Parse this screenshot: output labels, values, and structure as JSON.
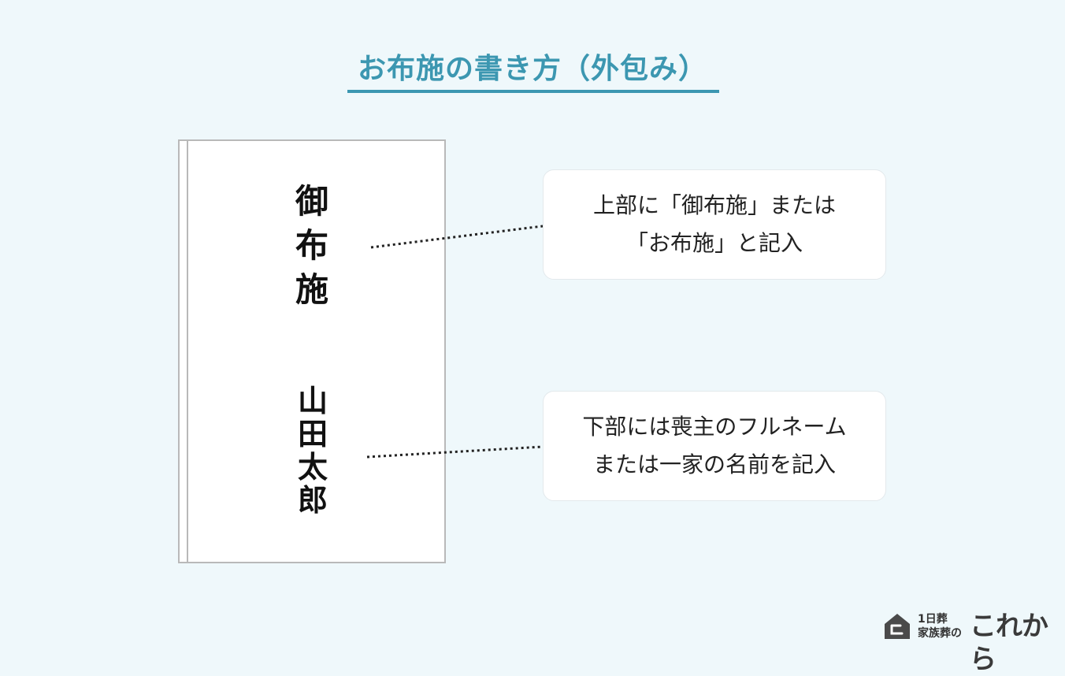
{
  "title": "お布施の書き方（外包み）",
  "envelope": {
    "top_text": [
      "御",
      "布",
      "施"
    ],
    "bottom_text": [
      "山",
      "田",
      "太",
      "郎"
    ]
  },
  "callouts": {
    "top": {
      "line1": "上部に「御布施」または",
      "line2": "「お布施」と記入"
    },
    "bottom": {
      "line1": "下部には喪主のフルネーム",
      "line2": "または一家の名前を記入"
    }
  },
  "logo": {
    "small_line1": "1日葬",
    "small_line2": "家族葬の",
    "big": "これから",
    "house_icon": "house-icon"
  },
  "colors": {
    "background": "#eff8fb",
    "accent": "#3c97b1",
    "envelope_border": "#b9b9b9",
    "callout_bg": "#ffffff",
    "text": "#222222",
    "logo": "#3a3a3a"
  }
}
